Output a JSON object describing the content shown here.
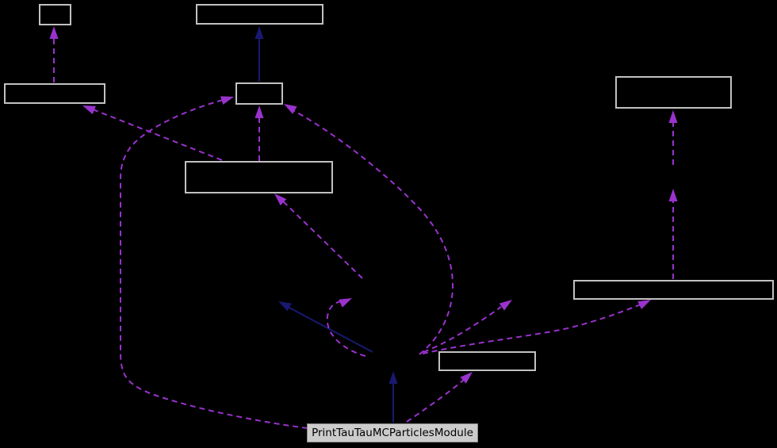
{
  "diagram": {
    "type": "collaboration-graph",
    "main_node": {
      "label": "PrintTauTauMCParticlesModule"
    },
    "unlabeled_box_count": 8,
    "edge_styles": {
      "dashed": "usage/aggregation",
      "solid": "inheritance"
    }
  },
  "colors": {
    "background": "#000000",
    "node-border": "#c1c1c1",
    "main-node-fill": "#cccccc",
    "main-node-border": "#8c8c8c",
    "main-node-text": "#000000",
    "edge-dashed": "#9a32cd",
    "edge-solid": "#191970"
  }
}
